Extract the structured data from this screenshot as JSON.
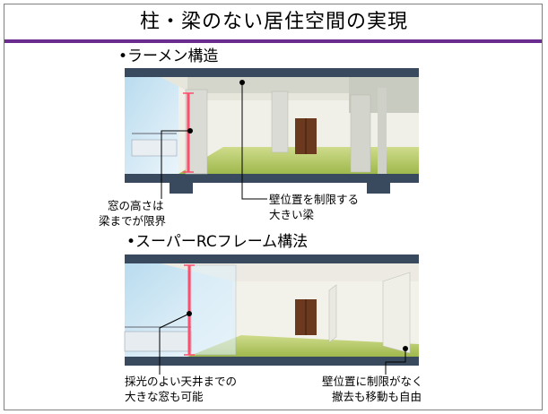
{
  "slide": {
    "title": "柱・梁のない居住空間の実現",
    "sections": [
      {
        "heading": "•ラーメン構造",
        "labels": {
          "window_height_line1": "窓の高さは",
          "window_height_line2": "梁までが限界",
          "beam_line1": "壁位置を制限する",
          "beam_line2": "大きい梁"
        }
      },
      {
        "heading": "•スーパーRCフレーム構法",
        "labels": {
          "window_line1": "採光のよい天井までの",
          "window_line2": "大きな窓も可能",
          "wall_line1": "壁位置に制限がなく",
          "wall_line2": "撤去も移動も自由"
        }
      }
    ]
  },
  "colors": {
    "accent_rule": "#6b2c8f",
    "structure_dark": "#3a4a5e",
    "column": "#d9dbd4",
    "floor": "#b9cf6e",
    "sky": "#cde6f3",
    "height_marker": "#ff4d6d",
    "door": "#6b3a1e"
  }
}
